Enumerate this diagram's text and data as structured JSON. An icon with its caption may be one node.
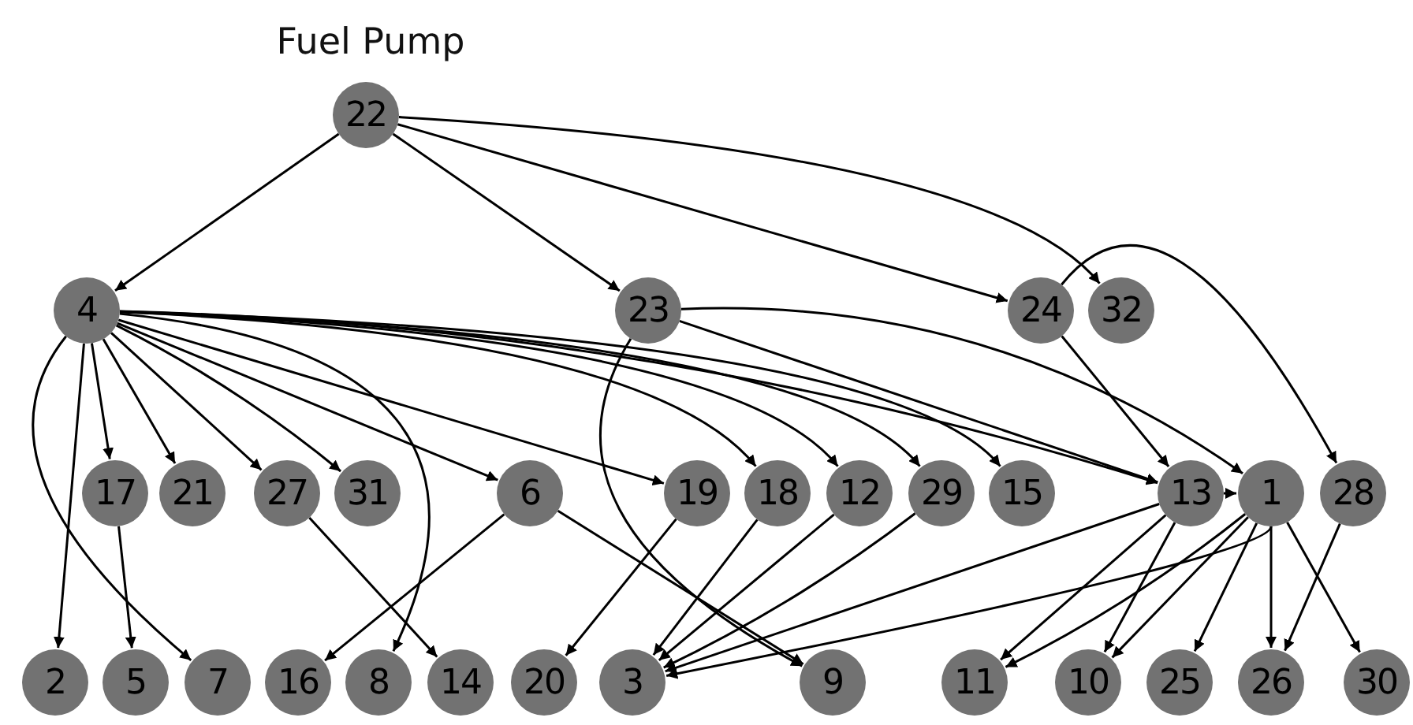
{
  "diagram": {
    "title": "Fuel Pump",
    "nodes": [
      {
        "text": [
          "22"
        ]
      },
      {
        "text": [
          "4"
        ]
      },
      {
        "text": [
          "23"
        ]
      },
      {
        "text": [
          "24"
        ]
      },
      {
        "text": [
          "32"
        ]
      },
      {
        "text": [
          "17"
        ]
      },
      {
        "text": [
          "21"
        ]
      },
      {
        "text": [
          "27"
        ]
      },
      {
        "text": [
          "31"
        ]
      },
      {
        "text": [
          "6"
        ]
      },
      {
        "text": [
          "19"
        ]
      },
      {
        "text": [
          "18"
        ]
      },
      {
        "text": [
          "12"
        ]
      },
      {
        "text": [
          "29"
        ]
      },
      {
        "text": [
          "15"
        ]
      },
      {
        "text": [
          "13"
        ]
      },
      {
        "text": [
          "1"
        ]
      },
      {
        "text": [
          "28"
        ]
      },
      {
        "text": [
          "2"
        ]
      },
      {
        "text": [
          "5"
        ]
      },
      {
        "text": [
          "7"
        ]
      },
      {
        "text": [
          "16"
        ]
      },
      {
        "text": [
          "8"
        ]
      },
      {
        "text": [
          "14"
        ]
      },
      {
        "text": [
          "20"
        ]
      },
      {
        "text": [
          "3"
        ]
      },
      {
        "text": [
          "9"
        ]
      },
      {
        "text": [
          "11"
        ]
      },
      {
        "text": [
          "10"
        ]
      },
      {
        "text": [
          "25"
        ]
      },
      {
        "text": [
          "26"
        ]
      },
      {
        "text": [
          "30"
        ]
      }
    ],
    "edges": [
      {
        "from": 0,
        "to": 1,
        "arrow": "to"
      },
      {
        "from": 0,
        "to": 2,
        "arrow": "to"
      },
      {
        "from": 0,
        "to": 3,
        "arrow": "to"
      },
      {
        "from": 0,
        "to": 4,
        "arrow": "to"
      },
      {
        "from": 1,
        "to": 18,
        "arrow": "to"
      },
      {
        "from": 1,
        "to": 5,
        "arrow": "to"
      },
      {
        "from": 1,
        "to": 20,
        "arrow": "to"
      },
      {
        "from": 1,
        "to": 6,
        "arrow": "to"
      },
      {
        "from": 1,
        "to": 22,
        "arrow": "to"
      },
      {
        "from": 1,
        "to": 7,
        "arrow": "to"
      },
      {
        "from": 1,
        "to": 8,
        "arrow": "to"
      },
      {
        "from": 1,
        "to": 9,
        "arrow": "to"
      },
      {
        "from": 1,
        "to": 10,
        "arrow": "to"
      },
      {
        "from": 1,
        "to": 11,
        "arrow": "to"
      },
      {
        "from": 1,
        "to": 12,
        "arrow": "to"
      },
      {
        "from": 1,
        "to": 13,
        "arrow": "to"
      },
      {
        "from": 1,
        "to": 14,
        "arrow": "to"
      },
      {
        "from": 1,
        "to": 15,
        "arrow": "to"
      },
      {
        "from": 2,
        "to": 15,
        "arrow": "to"
      },
      {
        "from": 2,
        "to": 16,
        "arrow": "to"
      },
      {
        "from": 2,
        "to": 26,
        "arrow": "to"
      },
      {
        "from": 3,
        "to": 15,
        "arrow": "to"
      },
      {
        "from": 3,
        "to": 17,
        "arrow": "to"
      },
      {
        "from": 5,
        "to": 19,
        "arrow": "to"
      },
      {
        "from": 7,
        "to": 23,
        "arrow": "to"
      },
      {
        "from": 9,
        "to": 21,
        "arrow": "to"
      },
      {
        "from": 9,
        "to": 26,
        "arrow": "to"
      },
      {
        "from": 10,
        "to": 24,
        "arrow": "to"
      },
      {
        "from": 11,
        "to": 25,
        "arrow": "to"
      },
      {
        "from": 12,
        "to": 25,
        "arrow": "to"
      },
      {
        "from": 13,
        "to": 25,
        "arrow": "to"
      },
      {
        "from": 15,
        "to": 25,
        "arrow": "to"
      },
      {
        "from": 16,
        "to": 25,
        "arrow": "to"
      },
      {
        "from": 15,
        "to": 16,
        "arrow": "to"
      },
      {
        "from": 15,
        "to": 27,
        "arrow": "to"
      },
      {
        "from": 15,
        "to": 28,
        "arrow": "to"
      },
      {
        "from": 16,
        "to": 27,
        "arrow": "to"
      },
      {
        "from": 16,
        "to": 28,
        "arrow": "to"
      },
      {
        "from": 16,
        "to": 29,
        "arrow": "to"
      },
      {
        "from": 16,
        "to": 30,
        "arrow": "to"
      },
      {
        "from": 16,
        "to": 31,
        "arrow": "to"
      },
      {
        "from": 17,
        "to": 30,
        "arrow": "to"
      }
    ]
  }
}
